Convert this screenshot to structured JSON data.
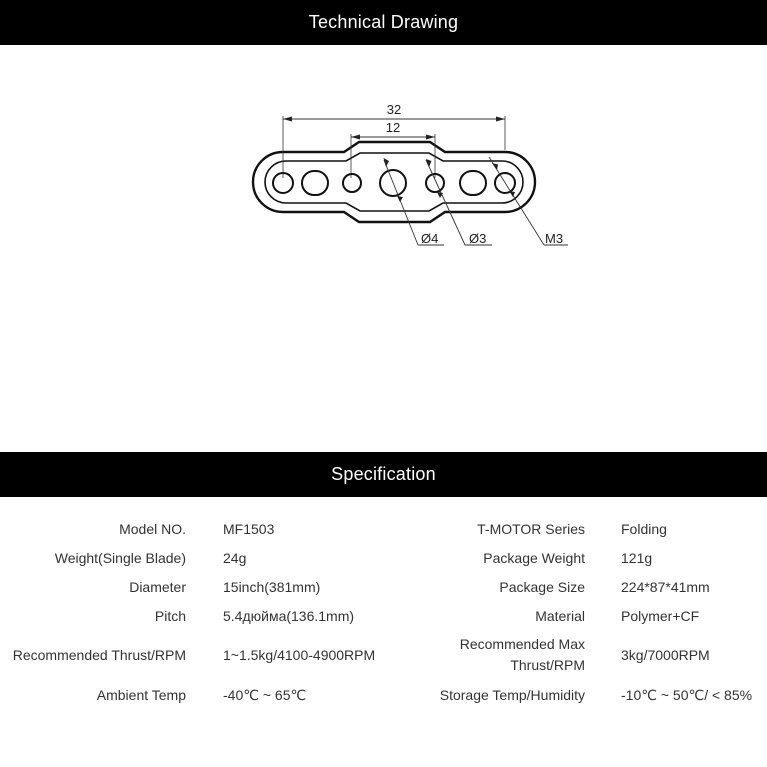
{
  "sections": {
    "drawing_title": "Technical Drawing",
    "spec_title": "Specification"
  },
  "drawing": {
    "dim_total": "32",
    "dim_center": "12",
    "hole_large": "Ø4",
    "hole_small": "Ø3",
    "thread": "M3"
  },
  "spec": {
    "rows": [
      {
        "label_left": "Model NO.",
        "value_left": "MF1503",
        "label_right": "T-MOTOR Series",
        "value_right": "Folding"
      },
      {
        "label_left": "Weight(Single Blade)",
        "value_left": "24g",
        "label_right": "Package Weight",
        "value_right": "121g"
      },
      {
        "label_left": "Diameter",
        "value_left": "15inch(381mm)",
        "label_right": "Package Size",
        "value_right": "224*87*41mm"
      },
      {
        "label_left": "Pitch",
        "value_left": "5.4дюйма(136.1mm)",
        "label_right": "Material",
        "value_right": "Polymer+CF"
      },
      {
        "label_left": "Recommended Thrust/RPM",
        "value_left": "1~1.5kg/4100-4900RPM",
        "label_right": "Recommended Max Thrust/RPM",
        "value_right": "3kg/7000RPM"
      },
      {
        "label_left": "Ambient Temp",
        "value_left": "-40℃ ~ 65℃",
        "label_right": "Storage Temp/Humidity",
        "value_right": "-10℃ ~ 50℃/ < 85%"
      }
    ]
  }
}
